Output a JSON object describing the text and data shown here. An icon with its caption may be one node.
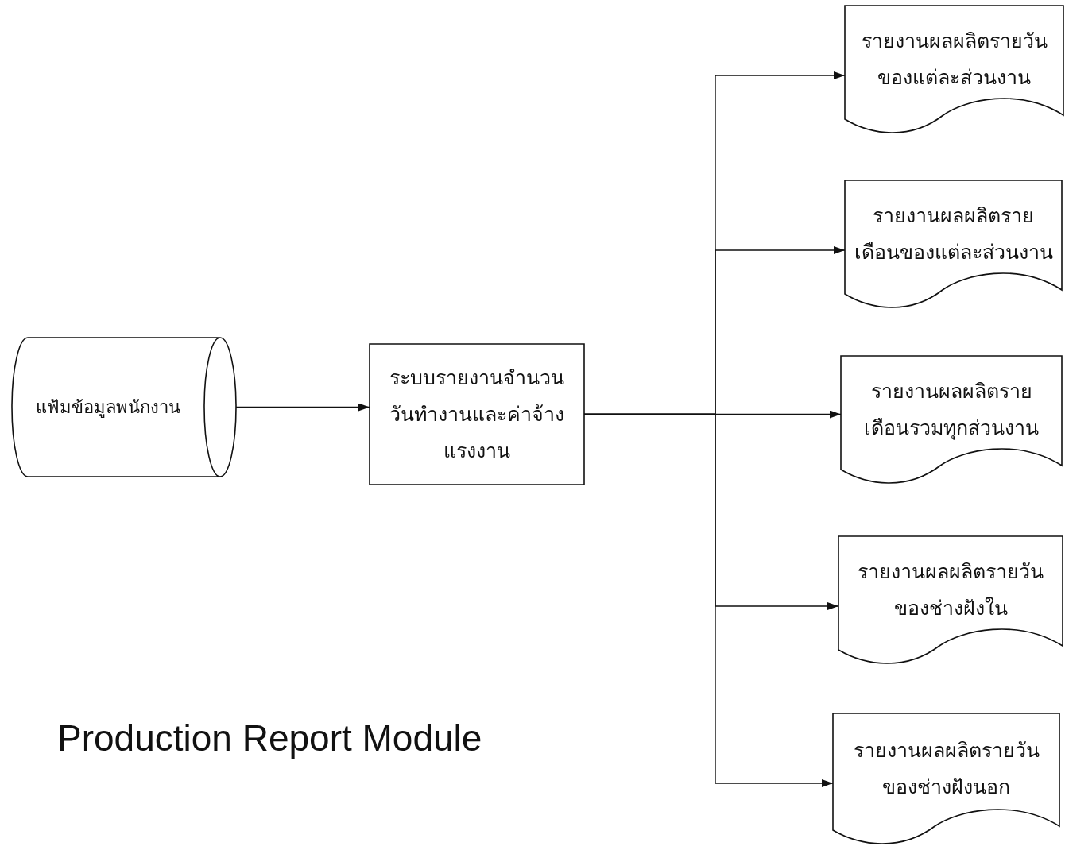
{
  "diagram": {
    "title": "Production Report Module",
    "nodes": [
      {
        "text": [
          "แฟ้มข้อมูลพนักงาน"
        ]
      },
      {
        "text": [
          "ระบบรายงานจำนวนวันทำงานและค่าจ้างแรงงาน"
        ]
      },
      {
        "text": [
          "รายงานผลผลิตรายวันของแต่ละส่วนงาน"
        ]
      },
      {
        "text": [
          "รายงานผลผลิตรายเดือนของแต่ละส่วนงาน"
        ]
      },
      {
        "text": [
          "รายงานผลผลิตรายเดือนรวมทุกส่วนงาน"
        ]
      },
      {
        "text": [
          "รายงานผลผลิตรายวันของช่างฝังใน"
        ]
      },
      {
        "text": [
          "รายงานผลผลิตรายวันของช่างฝังนอก"
        ]
      }
    ],
    "edges": [
      {
        "from": 0,
        "to": 1,
        "arrow": "to"
      },
      {
        "from": 1,
        "to": 2,
        "arrow": "to"
      },
      {
        "from": 1,
        "to": 3,
        "arrow": "to"
      },
      {
        "from": 1,
        "to": 4,
        "arrow": "to"
      },
      {
        "from": 1,
        "to": 5,
        "arrow": "to"
      },
      {
        "from": 1,
        "to": 6,
        "arrow": "to"
      }
    ]
  }
}
